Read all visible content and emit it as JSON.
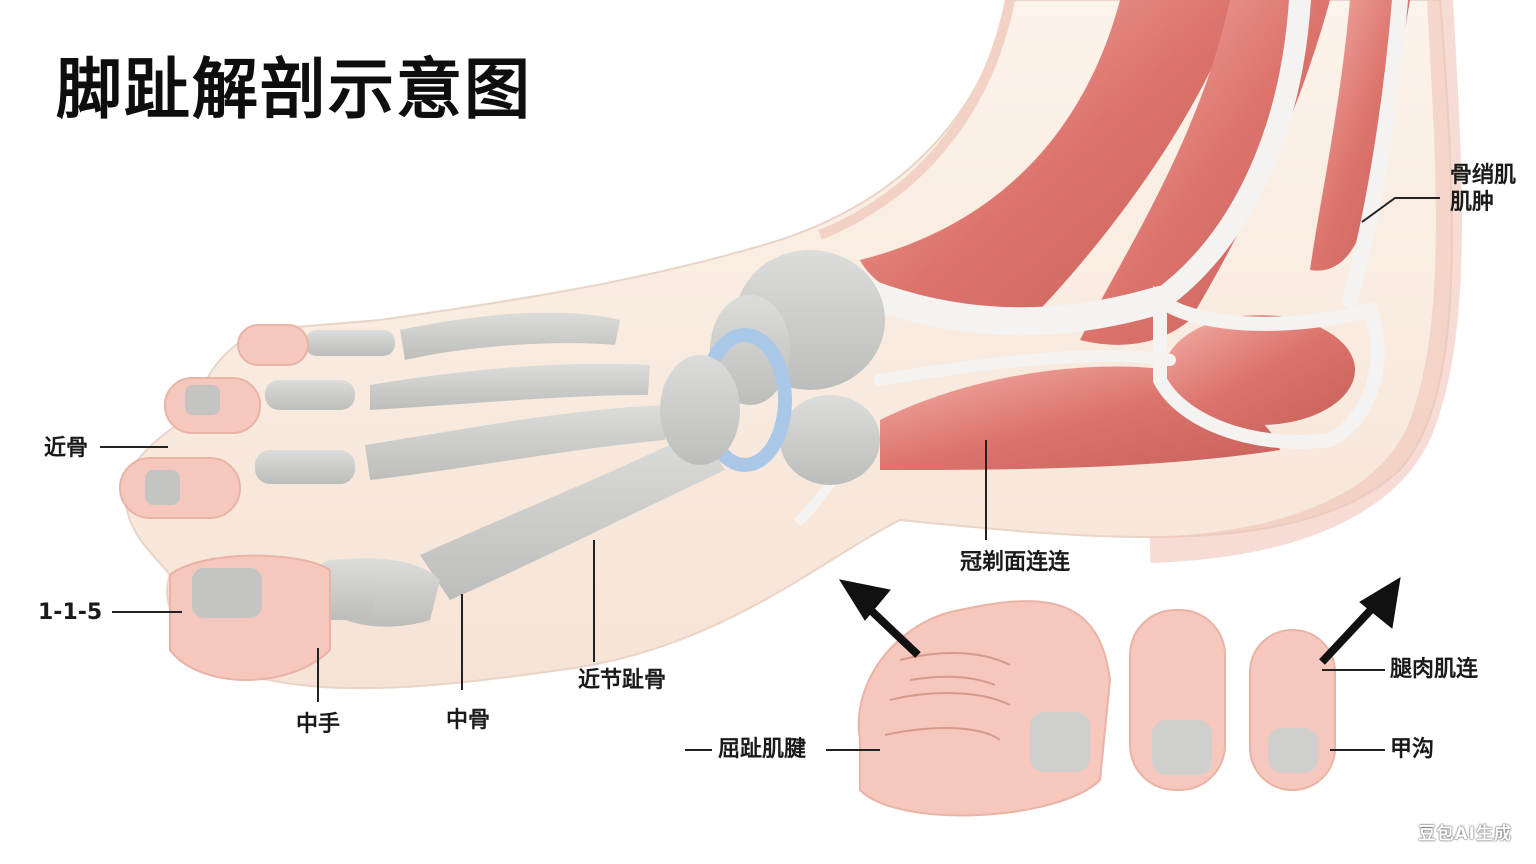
{
  "title": "脚趾解剖示意图",
  "labels": {
    "top_right": "骨绡肌",
    "top_right_2": "肌肿",
    "left_1": "近骨",
    "left_2": "1-1-5",
    "bottom_1": "中手",
    "bottom_2": "中骨",
    "bottom_3": "近节趾骨",
    "center": "冠剃面连连",
    "toes_right_1": "腿肉肌连",
    "toes_right_2": "甲沟",
    "toes_left": "屈趾肌腱"
  },
  "watermark": "豆包AI生成",
  "colors": {
    "skin": "#f6d8cf",
    "skin_light": "#fbf1e6",
    "bone": "#cfcfcd",
    "muscle": "#dd7b74",
    "tendon": "#f3f2f0",
    "cartilage": "#a9c7e6",
    "arrow": "#111111"
  }
}
